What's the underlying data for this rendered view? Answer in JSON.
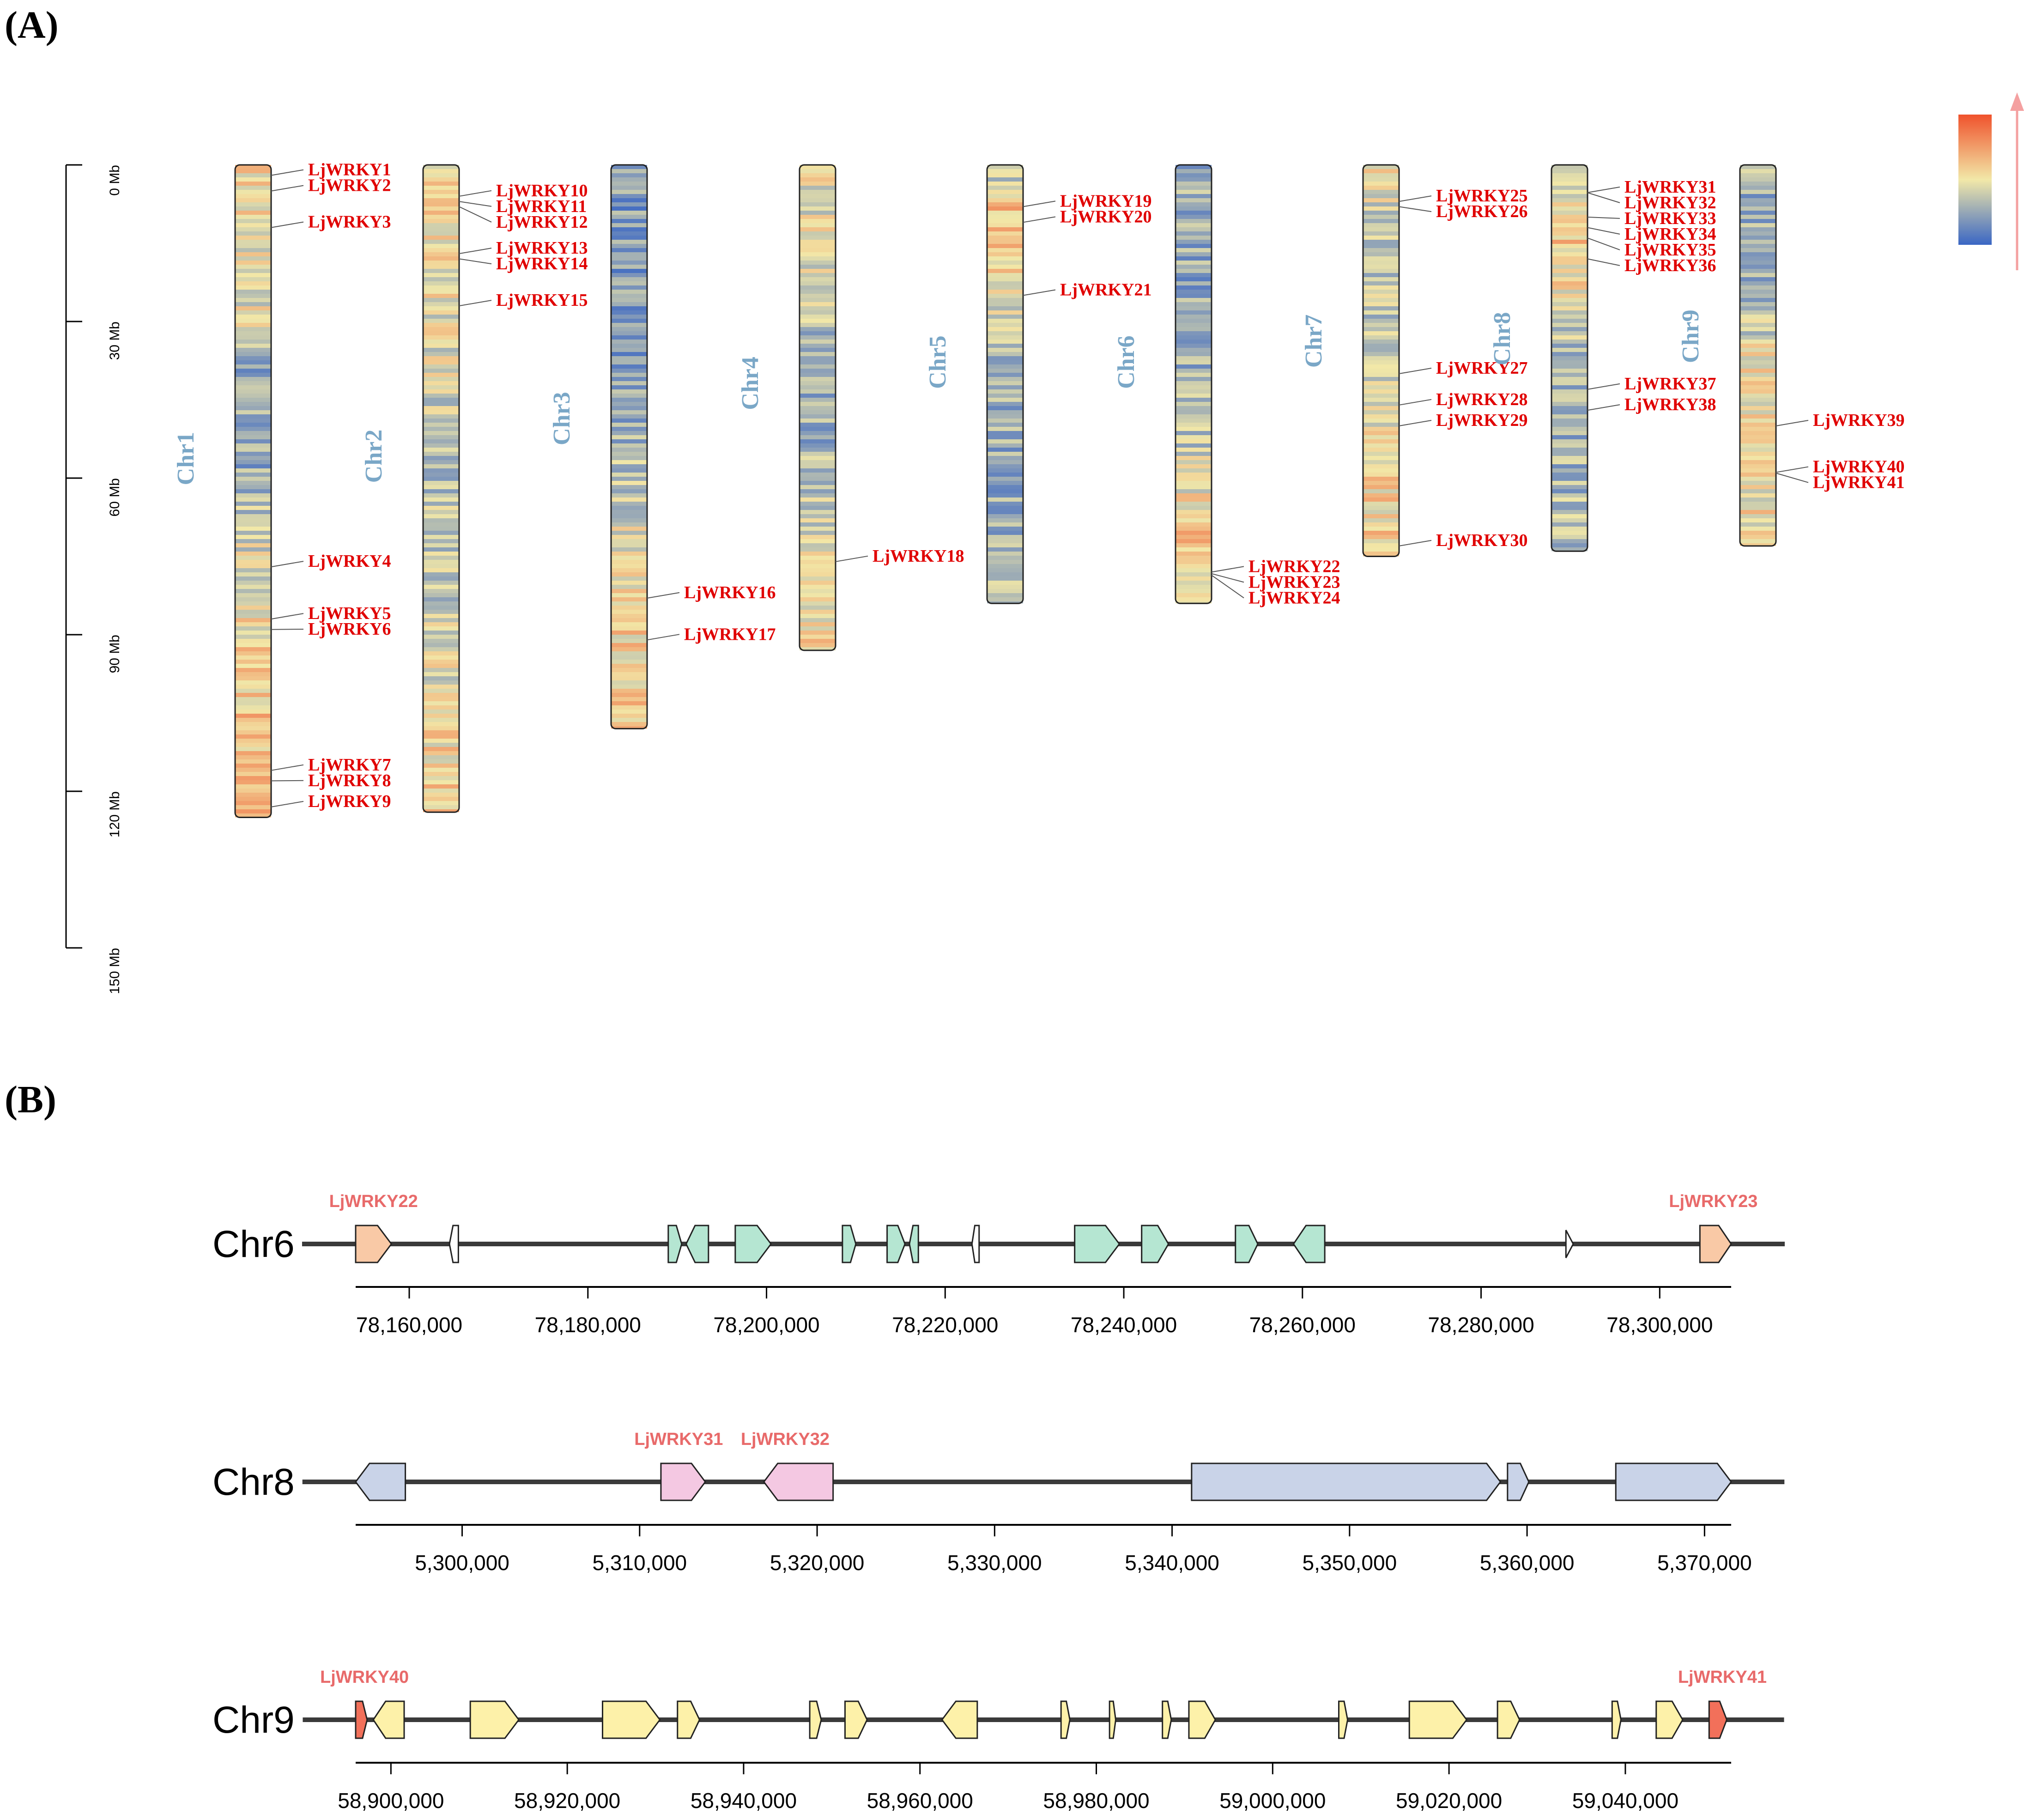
{
  "panels": {
    "a": "(A)",
    "b": "(B)"
  },
  "scale": {
    "unit": "Mb",
    "labels": [
      "0 Mb",
      "30 Mb",
      "60 Mb",
      "90 Mb",
      "120 Mb",
      "150 Mb"
    ],
    "ticks": [
      0,
      30,
      60,
      90,
      120,
      150
    ]
  },
  "legend": {
    "colors": [
      "#3a66c4",
      "#f2e8a8",
      "#f0522c"
    ],
    "arrow_color": "#f4a0a0"
  },
  "chromosomes": [
    {
      "name": "Chr1",
      "length": 125,
      "genes": [
        {
          "id": "LjWRKY1",
          "pos": 2
        },
        {
          "id": "LjWRKY2",
          "pos": 5
        },
        {
          "id": "LjWRKY3",
          "pos": 12
        },
        {
          "id": "LjWRKY4",
          "pos": 77
        },
        {
          "id": "LjWRKY5",
          "pos": 87
        },
        {
          "id": "LjWRKY6",
          "pos": 89
        },
        {
          "id": "LjWRKY7",
          "pos": 116
        },
        {
          "id": "LjWRKY8",
          "pos": 118
        },
        {
          "id": "LjWRKY9",
          "pos": 123
        }
      ]
    },
    {
      "name": "Chr2",
      "length": 124,
      "genes": [
        {
          "id": "LjWRKY10",
          "pos": 6
        },
        {
          "id": "LjWRKY11",
          "pos": 7
        },
        {
          "id": "LjWRKY12",
          "pos": 8
        },
        {
          "id": "LjWRKY13",
          "pos": 17
        },
        {
          "id": "LjWRKY14",
          "pos": 18
        },
        {
          "id": "LjWRKY15",
          "pos": 27
        }
      ]
    },
    {
      "name": "Chr3",
      "length": 108,
      "genes": [
        {
          "id": "LjWRKY16",
          "pos": 83
        },
        {
          "id": "LjWRKY17",
          "pos": 91
        }
      ]
    },
    {
      "name": "Chr4",
      "length": 93,
      "genes": [
        {
          "id": "LjWRKY18",
          "pos": 76
        }
      ]
    },
    {
      "name": "Chr5",
      "length": 84,
      "genes": [
        {
          "id": "LjWRKY19",
          "pos": 8
        },
        {
          "id": "LjWRKY20",
          "pos": 11
        },
        {
          "id": "LjWRKY21",
          "pos": 25
        }
      ]
    },
    {
      "name": "Chr6",
      "length": 84,
      "genes": [
        {
          "id": "LjWRKY22",
          "pos": 78
        },
        {
          "id": "LjWRKY23",
          "pos": 78.3
        },
        {
          "id": "LjWRKY24",
          "pos": 78.6
        }
      ]
    },
    {
      "name": "Chr7",
      "length": 75,
      "genes": [
        {
          "id": "LjWRKY25",
          "pos": 7
        },
        {
          "id": "LjWRKY26",
          "pos": 8
        },
        {
          "id": "LjWRKY27",
          "pos": 40
        },
        {
          "id": "LjWRKY28",
          "pos": 46
        },
        {
          "id": "LjWRKY29",
          "pos": 50
        },
        {
          "id": "LjWRKY30",
          "pos": 73
        }
      ]
    },
    {
      "name": "Chr8",
      "length": 74,
      "genes": [
        {
          "id": "LjWRKY31",
          "pos": 5.3
        },
        {
          "id": "LjWRKY32",
          "pos": 5.32
        },
        {
          "id": "LjWRKY33",
          "pos": 10
        },
        {
          "id": "LjWRKY34",
          "pos": 12
        },
        {
          "id": "LjWRKY35",
          "pos": 14
        },
        {
          "id": "LjWRKY36",
          "pos": 18
        },
        {
          "id": "LjWRKY37",
          "pos": 43
        },
        {
          "id": "LjWRKY38",
          "pos": 47
        }
      ]
    },
    {
      "name": "Chr9",
      "length": 73,
      "genes": [
        {
          "id": "LjWRKY39",
          "pos": 50
        },
        {
          "id": "LjWRKY40",
          "pos": 58.9
        },
        {
          "id": "LjWRKY41",
          "pos": 59.05
        }
      ]
    }
  ],
  "tracks": [
    {
      "name": "Chr6",
      "ticks": [
        "78,160,000",
        "78,180,000",
        "78,200,000",
        "78,220,000",
        "78,240,000",
        "78,260,000",
        "78,280,000",
        "78,300,000"
      ],
      "tick_values": [
        78160000,
        78180000,
        78200000,
        78220000,
        78240000,
        78260000,
        78280000,
        78300000
      ],
      "range": [
        78154000,
        78308000
      ],
      "line_range": [
        78148000,
        78314000
      ],
      "labels": [
        {
          "text": "LjWRKY22",
          "pos": 78156000
        },
        {
          "text": "LjWRKY23",
          "pos": 78306000
        }
      ],
      "genes": [
        {
          "s": 78154000,
          "e": 78158000,
          "d": "+",
          "c": "#f9c9a6"
        },
        {
          "s": 78164500,
          "e": 78165500,
          "d": "-",
          "c": "#ffffff"
        },
        {
          "s": 78189000,
          "e": 78190500,
          "d": "+",
          "c": "#b5e6d2"
        },
        {
          "s": 78191000,
          "e": 78193500,
          "d": "-",
          "c": "#b5e6d2"
        },
        {
          "s": 78196500,
          "e": 78200500,
          "d": "+",
          "c": "#b5e6d2"
        },
        {
          "s": 78208500,
          "e": 78210000,
          "d": "+",
          "c": "#b5e6d2"
        },
        {
          "s": 78213500,
          "e": 78215500,
          "d": "+",
          "c": "#b5e6d2"
        },
        {
          "s": 78216000,
          "e": 78217000,
          "d": "-",
          "c": "#b5e6d2"
        },
        {
          "s": 78223000,
          "e": 78223800,
          "d": "-",
          "c": "#ffffff"
        },
        {
          "s": 78234500,
          "e": 78239500,
          "d": "+",
          "c": "#b5e6d2"
        },
        {
          "s": 78242000,
          "e": 78245000,
          "d": "+",
          "c": "#b5e6d2"
        },
        {
          "s": 78252500,
          "e": 78255000,
          "d": "+",
          "c": "#b5e6d2"
        },
        {
          "s": 78259000,
          "e": 78262500,
          "d": "-",
          "c": "#b5e6d2"
        },
        {
          "s": 78289500,
          "e": 78289800,
          "d": "+",
          "c": "#ffffff"
        },
        {
          "s": 78304500,
          "e": 78308000,
          "d": "+",
          "c": "#f9c9a6"
        }
      ]
    },
    {
      "name": "Chr8",
      "ticks": [
        "5,300,000",
        "5,310,000",
        "5,320,000",
        "5,330,000",
        "5,340,000",
        "5,350,000",
        "5,360,000",
        "5,370,000"
      ],
      "tick_values": [
        5300000,
        5310000,
        5320000,
        5330000,
        5340000,
        5350000,
        5360000,
        5370000
      ],
      "range": [
        5294000,
        5371500
      ],
      "line_range": [
        5291000,
        5374500
      ],
      "labels": [
        {
          "text": "LjWRKY31",
          "pos": 5312200
        },
        {
          "text": "LjWRKY32",
          "pos": 5318200
        }
      ],
      "genes": [
        {
          "s": 5294000,
          "e": 5296800,
          "d": "-",
          "c": "#c9d3e8"
        },
        {
          "s": 5311200,
          "e": 5313700,
          "d": "+",
          "c": "#f4c8e2"
        },
        {
          "s": 5317000,
          "e": 5320900,
          "d": "-",
          "c": "#f4c8e2"
        },
        {
          "s": 5341100,
          "e": 5358500,
          "d": "+",
          "c": "#c9d3e8"
        },
        {
          "s": 5358900,
          "e": 5360100,
          "d": "+",
          "c": "#c9d3e8"
        },
        {
          "s": 5365000,
          "e": 5371500,
          "d": "+",
          "c": "#c9d3e8"
        }
      ]
    },
    {
      "name": "Chr9",
      "ticks": [
        "58,900,000",
        "58,920,000",
        "58,940,000",
        "58,960,000",
        "58,980,000",
        "59,000,000",
        "59,020,000",
        "59,040,000"
      ],
      "tick_values": [
        58900000,
        58920000,
        58940000,
        58960000,
        58980000,
        59000000,
        59020000,
        59040000
      ],
      "range": [
        58896000,
        59052000
      ],
      "line_range": [
        58890000,
        59058000
      ],
      "labels": [
        {
          "text": "LjWRKY40",
          "pos": 58897000
        },
        {
          "text": "LjWRKY41",
          "pos": 59051000
        }
      ],
      "genes": [
        {
          "s": 58896000,
          "e": 58897300,
          "d": "+",
          "c": "#f2705a"
        },
        {
          "s": 58898000,
          "e": 58901500,
          "d": "-",
          "c": "#fdf1a9"
        },
        {
          "s": 58909000,
          "e": 58914500,
          "d": "+",
          "c": "#fdf1a9"
        },
        {
          "s": 58924000,
          "e": 58930500,
          "d": "+",
          "c": "#fdf1a9"
        },
        {
          "s": 58932500,
          "e": 58935000,
          "d": "+",
          "c": "#fdf1a9"
        },
        {
          "s": 58947500,
          "e": 58948800,
          "d": "+",
          "c": "#fdf1a9"
        },
        {
          "s": 58951500,
          "e": 58954000,
          "d": "+",
          "c": "#fdf1a9"
        },
        {
          "s": 58962500,
          "e": 58966500,
          "d": "-",
          "c": "#fdf1a9"
        },
        {
          "s": 58976000,
          "e": 58977000,
          "d": "+",
          "c": "#fdf1a9"
        },
        {
          "s": 58981500,
          "e": 58982200,
          "d": "+",
          "c": "#fdf1a9"
        },
        {
          "s": 58987500,
          "e": 58988500,
          "d": "+",
          "c": "#fdf1a9"
        },
        {
          "s": 58990500,
          "e": 58993500,
          "d": "+",
          "c": "#fdf1a9"
        },
        {
          "s": 59007500,
          "e": 59008500,
          "d": "+",
          "c": "#fdf1a9"
        },
        {
          "s": 59015500,
          "e": 59022000,
          "d": "+",
          "c": "#fdf1a9"
        },
        {
          "s": 59025500,
          "e": 59028000,
          "d": "+",
          "c": "#fdf1a9"
        },
        {
          "s": 59038500,
          "e": 59039500,
          "d": "+",
          "c": "#fdf1a9"
        },
        {
          "s": 59043500,
          "e": 59046500,
          "d": "+",
          "c": "#fdf1a9"
        },
        {
          "s": 59049500,
          "e": 59051500,
          "d": "+",
          "c": "#f2705a"
        }
      ]
    }
  ]
}
